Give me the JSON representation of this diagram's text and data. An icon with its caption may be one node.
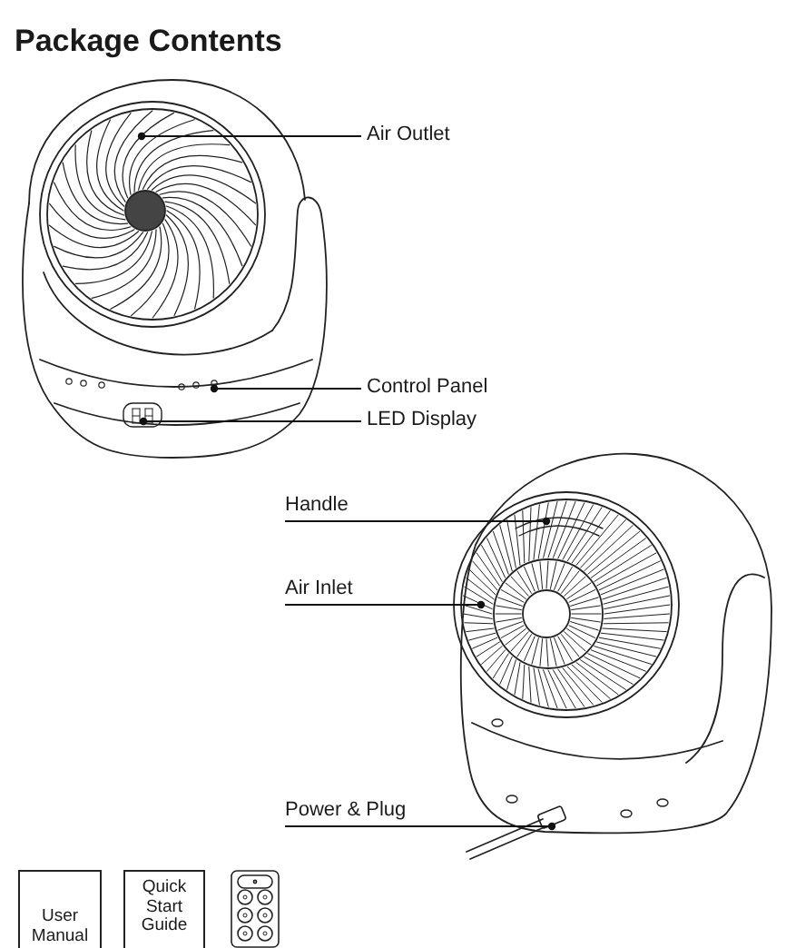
{
  "diagram": {
    "title": "Package Contents",
    "nodes": [
      {
        "text": [
          "Air Outlet"
        ]
      },
      {
        "text": [
          "Control Panel"
        ]
      },
      {
        "text": [
          "LED Display"
        ]
      },
      {
        "text": [
          "Handle"
        ]
      },
      {
        "text": [
          "Air Inlet"
        ]
      },
      {
        "text": [
          "Power & Plug"
        ]
      },
      {
        "text": [
          "User Manual"
        ]
      },
      {
        "text": [
          "Quick Start Guide"
        ]
      },
      {
        "text": [],
        "shape": "picture"
      }
    ],
    "edges": [
      {
        "from": 0,
        "to": null,
        "arrow": "other"
      },
      {
        "from": 1,
        "to": null,
        "arrow": "other"
      },
      {
        "from": 2,
        "to": null,
        "arrow": "other"
      },
      {
        "from": 3,
        "to": null,
        "arrow": "other"
      },
      {
        "from": 4,
        "to": null,
        "arrow": "other"
      },
      {
        "from": 5,
        "to": null,
        "arrow": "other"
      }
    ]
  }
}
